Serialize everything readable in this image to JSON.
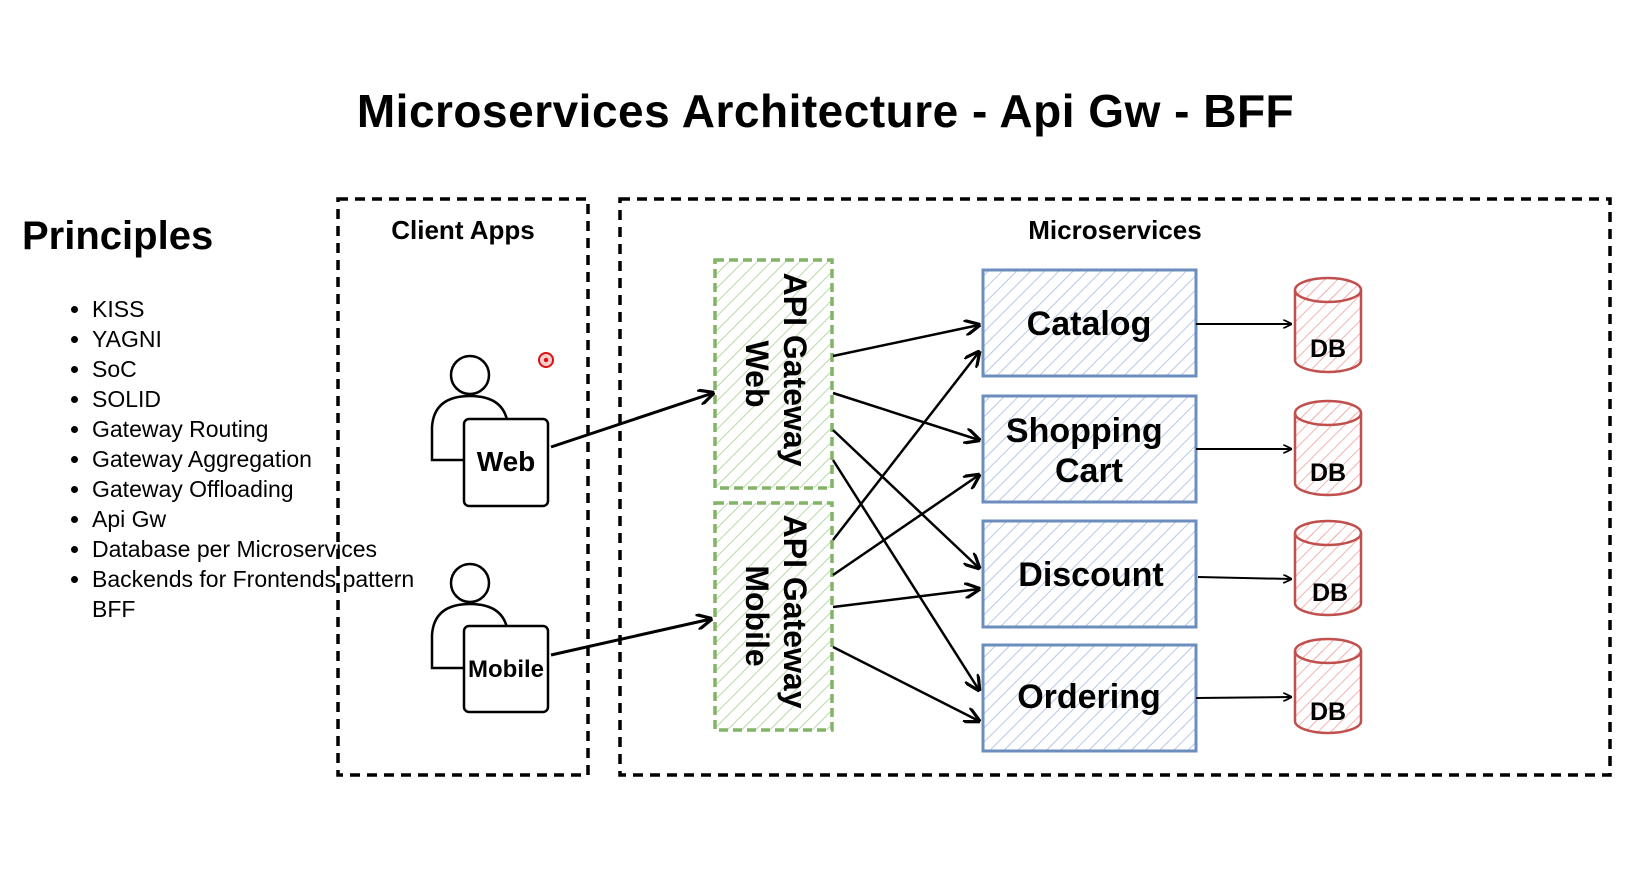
{
  "title": "Microservices Architecture - Api Gw - BFF",
  "principles": {
    "heading": "Principles",
    "items": [
      "KISS",
      "YAGNI",
      "SoC",
      "SOLID",
      "Gateway Routing",
      "Gateway Aggregation",
      "Gateway Offloading",
      "Api Gw",
      "Database per Microservices",
      "Backends for Frontends pattern BFF"
    ]
  },
  "client_apps": {
    "label": "Client Apps",
    "clients": [
      {
        "id": "web",
        "label": "Web"
      },
      {
        "id": "mobile",
        "label": "Mobile"
      }
    ]
  },
  "microservices": {
    "label": "Microservices",
    "gateways": [
      {
        "id": "gw-web",
        "line1": "API Gateway",
        "line2": "Web"
      },
      {
        "id": "gw-mobile",
        "line1": "API Gateway",
        "line2": "Mobile"
      }
    ],
    "services": [
      {
        "id": "catalog",
        "lines": [
          "Catalog"
        ],
        "db": "DB"
      },
      {
        "id": "shopping-cart",
        "lines": [
          "Shopping",
          "Cart"
        ],
        "db": "DB"
      },
      {
        "id": "discount",
        "lines": [
          "Discount"
        ],
        "db": "DB"
      },
      {
        "id": "ordering",
        "lines": [
          "Ordering"
        ],
        "db": "DB"
      }
    ]
  },
  "colors": {
    "gateway_border": "#82b366",
    "gateway_hatch": "#b9d8a8",
    "service_border": "#6c8ebf",
    "service_hatch": "#b7c9e6",
    "db_border": "#c0504d",
    "db_hatch": "#f1b4b2",
    "cursor": "#e01010"
  }
}
